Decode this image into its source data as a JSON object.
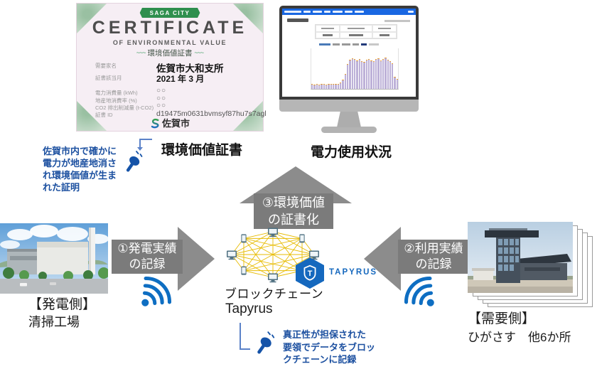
{
  "colors": {
    "arrow_gray": "#8c8c8c",
    "arrow_box_gray": "#7b7b7b",
    "note_blue": "#1c50a0",
    "connector_blue": "#5b82c8",
    "wifi_blue": "#0e6ec2",
    "mesh_gold": "#e7bb00",
    "device_slate": "#4e6f80",
    "tapyrus_blue": "#1568be",
    "cert_green": "#2f8f4e",
    "cert_bg_pink": "#f6eef4",
    "navbar_blue": "#1967e2",
    "chart_bar_purple": "#bdb1d8",
    "chart_line_orange": "#e8a33d"
  },
  "certificate": {
    "banner": "SAGA CITY",
    "title": "CERTIFICATE",
    "subtitle": "OF ENVIRONMENTAL VALUE",
    "subtitle_jp": "環境価値証書",
    "fields": [
      {
        "label": "需要家名",
        "value": "佐賀市大和支所"
      },
      {
        "label": "証書該当月",
        "value": "2021 年 3 月"
      }
    ],
    "metrics": [
      {
        "label": "電力消費量 (kWh)",
        "value": "○○"
      },
      {
        "label": "地産地消費率 (%)",
        "value": "○○"
      },
      {
        "label": "CO2 排出削減量 (t-CO2)",
        "value": "○○"
      },
      {
        "label": "証書 ID",
        "value": "d19475m0631bvmsyf87hu7s7agl"
      }
    ],
    "footer_city": "佐賀市",
    "caption": "環境価値証書"
  },
  "monitor": {
    "caption": "電力使用状況",
    "chart_bars": [
      12,
      11,
      12,
      11,
      12,
      12,
      11,
      12,
      12,
      13,
      12,
      13,
      15,
      22,
      36,
      62,
      72,
      76,
      73,
      70,
      74,
      69,
      67,
      72,
      74,
      70,
      68,
      73,
      76,
      71,
      74,
      77,
      72,
      69,
      64,
      30,
      24
    ]
  },
  "flow": {
    "step1": "①発電実績\nの記録",
    "step2": "②利用実績\nの記録",
    "step3": "③環境価値\nの証書化"
  },
  "blockchain": {
    "label_jp": "ブロックチェーン",
    "label_en": "Tapyrus",
    "logo_text": "TAPYRUS"
  },
  "notes": {
    "left": "佐賀市内で確かに\n電力が地産地消さ\nれ環境価値が生ま\nれた証明",
    "bottom": "真正性が担保された\n要領でデータをブロッ\nクチェーンに記録"
  },
  "generation_side": {
    "title": "【発電側】",
    "name": "清掃工場"
  },
  "demand_side": {
    "title": "【需要側】",
    "name": "ひがさす　他6か所"
  }
}
